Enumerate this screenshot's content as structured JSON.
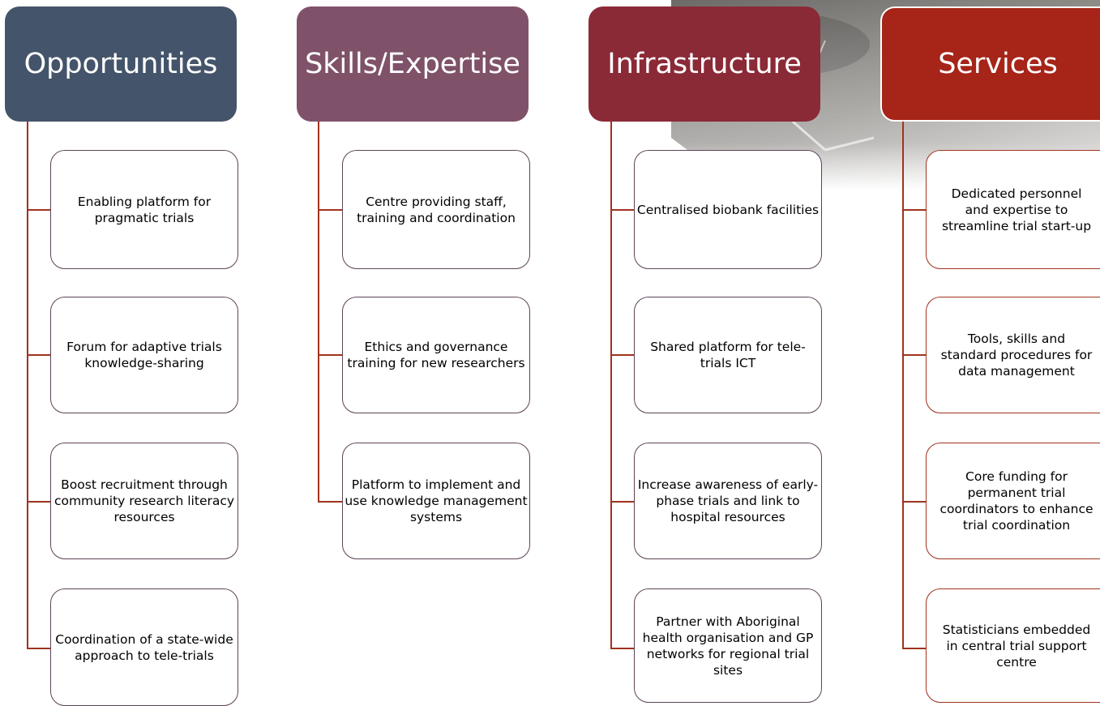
{
  "colors": {
    "opportunities": "#44546a",
    "skills": "#7f5269",
    "infrastructure": "#8b2a37",
    "services": "#a62418",
    "connector": "#a0331e",
    "box_border": "#5e4356"
  },
  "columns": [
    {
      "title": "Opportunities",
      "items": [
        "Enabling platform for pragmatic trials",
        "Forum for adaptive trials knowledge-sharing",
        "Boost recruitment through community research literacy resources",
        "Coordination of a state-wide approach to tele-trials"
      ]
    },
    {
      "title": "Skills/Expertise",
      "items": [
        "Centre providing staff, training and coordination",
        "Ethics and governance training for new researchers",
        "Platform to implement and use knowledge management systems"
      ]
    },
    {
      "title": "Infrastructure",
      "items": [
        "Centralised biobank facilities",
        "Shared platform for tele-trials ICT",
        "Increase awareness of early-phase trials and link to hospital resources",
        "Partner with Aboriginal health organisation and GP networks for regional trial sites"
      ]
    },
    {
      "title": "Services",
      "items": [
        "Dedicated personnel\nand expertise to\nstreamline trial start-up",
        "Tools, skills and\nstandard procedures for\ndata management",
        "Core funding for\npermanent trial\ncoordinators to enhance\ntrial coordination",
        "Statisticians embedded\nin central trial support\ncentre"
      ]
    }
  ]
}
